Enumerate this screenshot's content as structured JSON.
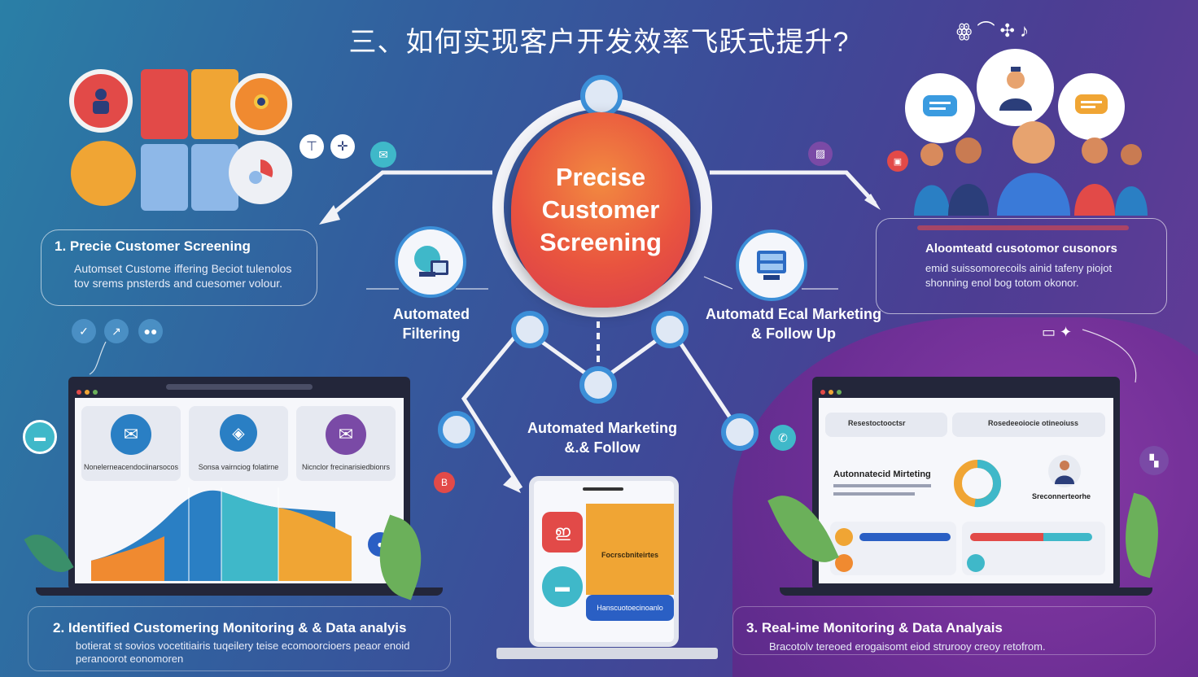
{
  "title": "三、如何实现客户开发效率飞跃式提升?",
  "hub": {
    "label": "Precise Customer Screening"
  },
  "nodes": {
    "filtering": "Automated Filtering",
    "marketing_right": "Automatd Ecal Marketing & Follow Up",
    "marketing_center": "Automated Marketing &.& Follow"
  },
  "cards": {
    "top_left": {
      "title": "1.  Precie Customer Screening",
      "text": "Automset Custome iffering Beciot tulenolos tov srems pnsterds and cuesomer volour."
    },
    "top_right": {
      "heading": "Aloomteatd cusotomor cusonors",
      "text": "emid suissomorecoils ainid tafeny piojot shonning enol bog totom okonor."
    },
    "bottom_left": {
      "title": "2.  Identified Customering Monitoring & & Data analyis",
      "text": "botierat st sovios vocetitiairis tuqeilery teise ecomoorcioers peaor enoid peranoorot eonomoren"
    },
    "bottom_right": {
      "title": "3.  Real-ime Monitoring & Data Analyais",
      "text": "Bracotolv tereoed erogaisomt eiod strurooy creoy retofrom."
    }
  },
  "laptop_left": {
    "panels": [
      "Nonelerneacendociinarsocos",
      "Sonsa vairnciog folatirne",
      "Nicnclor frecinarisiedbionrs"
    ]
  },
  "tablet": {
    "text": "Focrscbniteirtes",
    "button": "Hanscuotoecinoanlo"
  },
  "laptop_right": {
    "header_a": "Resestoctooctsr",
    "header_b": "Rosedeeoiocie otineoiuss",
    "title": "Autonnatecid Mirteting",
    "person_label": "Sreconnerteorhe"
  },
  "colors": {
    "hub_orange": "#f28a40",
    "hub_red": "#d83b4c",
    "node_blue": "#3c8fd8",
    "purple": "#6d2d94"
  }
}
